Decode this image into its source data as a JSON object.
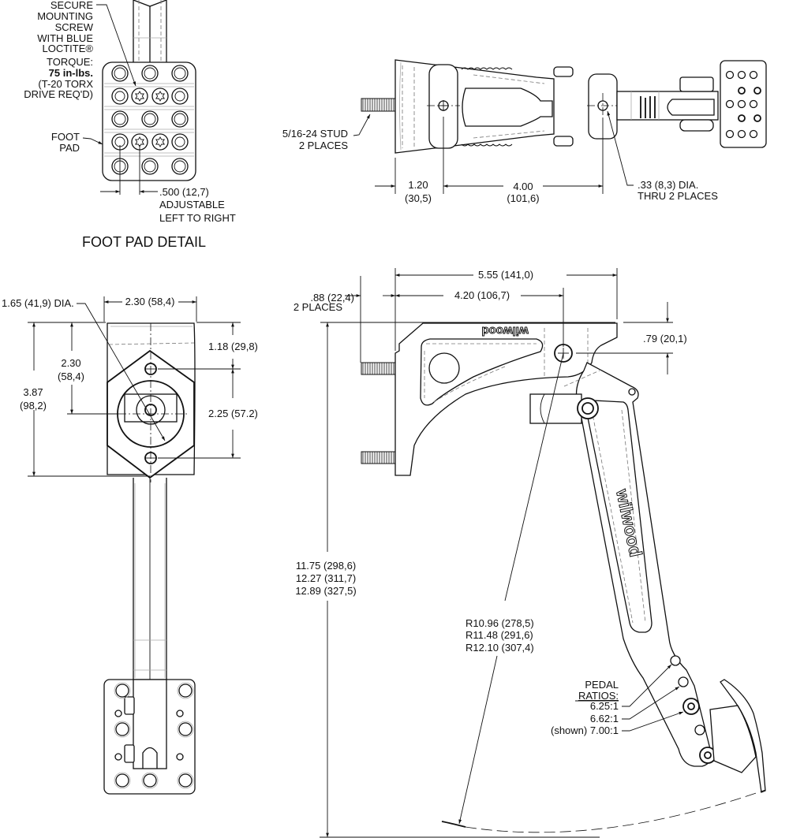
{
  "title": "Wilwood Swing Mount Brake Pedal Dimension Drawing",
  "foot_pad_detail": {
    "heading": "FOOT PAD DETAIL",
    "screw_note": [
      "SECURE",
      "MOUNTING",
      "SCREW",
      "WITH BLUE",
      "LOCTITE®"
    ],
    "torque_label": "TORQUE:",
    "torque_value": "75 in-lbs.",
    "torque_tool": [
      "(T-20 TORX",
      "DRIVE REQ'D)"
    ],
    "foot_pad_label": [
      "FOOT",
      "PAD"
    ],
    "adjust_dim": ".500 (12,7)",
    "adjust_note": [
      "ADJUSTABLE",
      "LEFT TO RIGHT"
    ]
  },
  "top_view": {
    "stud_note": [
      "5/16-24 STUD",
      "2 PLACES"
    ],
    "dim_stud_to_hole": [
      "1.20",
      "(30,5)"
    ],
    "dim_hole_spacing": [
      "4.00",
      "(101,6)"
    ],
    "hole_note": [
      ".33 (8,3) DIA.",
      "THRU 2 PLACES"
    ]
  },
  "front_view": {
    "dia_note": "1.65 (41,9) DIA.",
    "width_dim": "2.30 (58,4)",
    "height_to_center": [
      "2.30",
      "(58,4)"
    ],
    "overall_height": [
      "3.87",
      "(98,2)"
    ],
    "top_to_hole": "1.18 (29,8)",
    "hole_spacing": "2.25 (57.2)"
  },
  "side_view": {
    "overall_length": "5.55 (141,0)",
    "pivot_offset": "4.20 (106,7)",
    "stud_length": [
      ".88 (22,4)",
      "2 PLACES"
    ],
    "pivot_drop": ".79 (20,1)",
    "pedal_heights": [
      "11.75 (298,6)",
      "12.27 (311,7)",
      "12.89 (327,5)"
    ],
    "radii": [
      "R10.96 (278,5)",
      "R11.48 (291,6)",
      "R12.10 (307,4)"
    ],
    "ratios_heading": [
      "PEDAL",
      "RATIOS:"
    ],
    "ratios": [
      "6.25:1",
      "6.62:1",
      "(shown) 7.00:1"
    ],
    "logo_text": "wilwood"
  }
}
